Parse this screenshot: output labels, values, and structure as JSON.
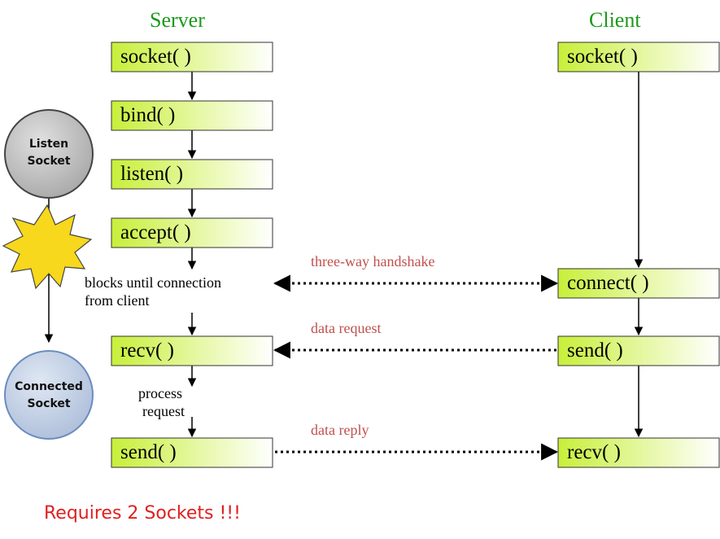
{
  "headers": {
    "server": "Server",
    "client": "Client"
  },
  "server_calls": [
    "socket( )",
    "bind( )",
    "listen( )",
    "accept( )",
    "recv( )",
    "send( )"
  ],
  "client_calls": [
    "socket( )",
    "connect( )",
    "send( )",
    "recv( )"
  ],
  "notes": {
    "blocks_line1": "blocks until connection",
    "blocks_line2": "from client",
    "process_line1": "process",
    "process_line2": "request"
  },
  "messages": {
    "handshake": "three-way handshake",
    "request": "data request",
    "reply": "data reply"
  },
  "sockets": {
    "listen_line1": "Listen",
    "listen_line2": "Socket",
    "connected_line1": "Connected",
    "connected_line2": "Socket"
  },
  "footer": "Requires 2 Sockets !!!",
  "colors": {
    "box_gradient_start": "#c8ef3a",
    "box_gradient_end": "#ffffff",
    "header_text": "#1a9a1a",
    "message_text": "#c0504d",
    "footer_text": "#e02020",
    "listen_socket_fill": "#c0c0c0",
    "connected_socket_fill": "#c0cde2",
    "burst_fill": "#f7d81c"
  }
}
